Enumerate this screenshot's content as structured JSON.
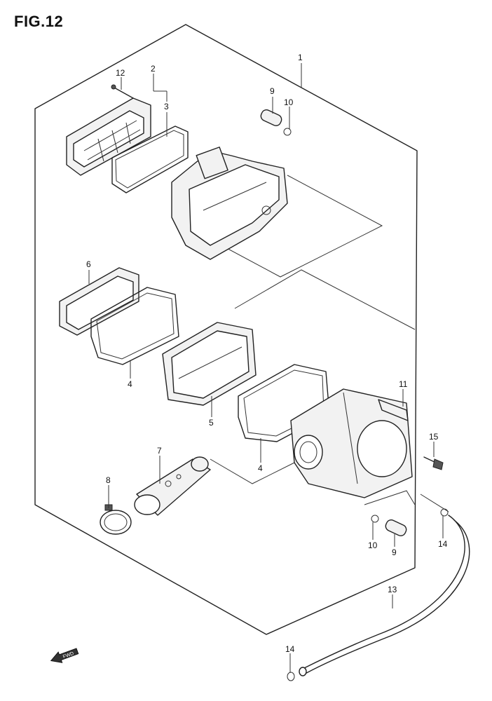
{
  "figure": {
    "title": "FIG.12"
  },
  "callouts": [
    {
      "id": "c1",
      "text": "1"
    },
    {
      "id": "c2",
      "text": "2"
    },
    {
      "id": "c3",
      "text": "3"
    },
    {
      "id": "c12",
      "text": "12"
    },
    {
      "id": "c9a",
      "text": "9"
    },
    {
      "id": "c10a",
      "text": "10"
    },
    {
      "id": "c6",
      "text": "6"
    },
    {
      "id": "c4a",
      "text": "4"
    },
    {
      "id": "c5",
      "text": "5"
    },
    {
      "id": "c4b",
      "text": "4"
    },
    {
      "id": "c11",
      "text": "11"
    },
    {
      "id": "c15",
      "text": "15"
    },
    {
      "id": "c7",
      "text": "7"
    },
    {
      "id": "c8",
      "text": "8"
    },
    {
      "id": "c10b",
      "text": "10"
    },
    {
      "id": "c9b",
      "text": "9"
    },
    {
      "id": "c14a",
      "text": "14"
    },
    {
      "id": "c13",
      "text": "13"
    },
    {
      "id": "c14b",
      "text": "14"
    }
  ],
  "direction_marker": {
    "label": "FWD",
    "icon": "front-arrow-icon"
  }
}
